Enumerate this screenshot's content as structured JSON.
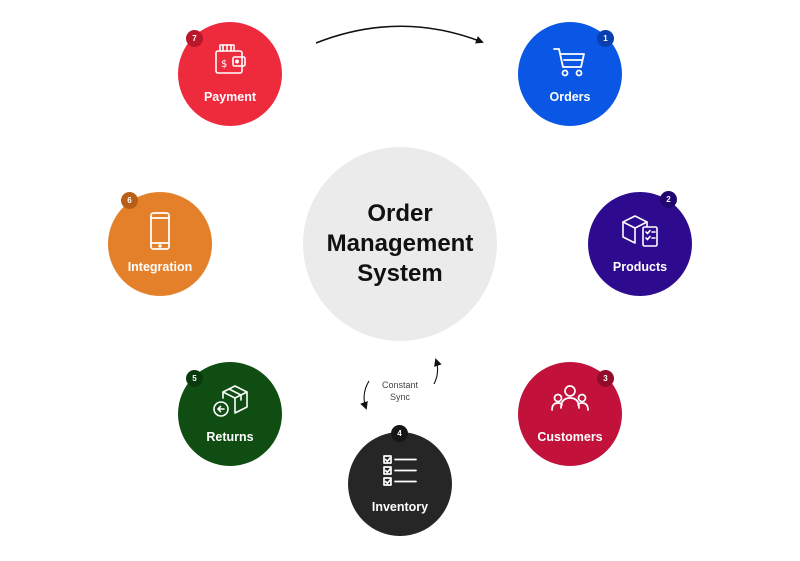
{
  "title_lines": [
    "Order",
    "Management",
    "System"
  ],
  "sync_label_lines": [
    "Constant",
    "Sync"
  ],
  "nodes": {
    "orders": {
      "number": "1",
      "label": "Orders",
      "color": "#0a57e6",
      "badge_color": "#0a3fb0"
    },
    "products": {
      "number": "2",
      "label": "Products",
      "color": "#2e0a8f",
      "badge_color": "#210670"
    },
    "customers": {
      "number": "3",
      "label": "Customers",
      "color": "#c2123b",
      "badge_color": "#940c2c"
    },
    "inventory": {
      "number": "4",
      "label": "Inventory",
      "color": "#262626",
      "badge_color": "#161616"
    },
    "returns": {
      "number": "5",
      "label": "Returns",
      "color": "#0f4d12",
      "badge_color": "#093a0c"
    },
    "integration": {
      "number": "6",
      "label": "Integration",
      "color": "#e5802a",
      "badge_color": "#b85e16"
    },
    "payment": {
      "number": "7",
      "label": "Payment",
      "color": "#ee2a3d",
      "badge_color": "#b8182a"
    }
  },
  "icons": {
    "orders": "shopping-cart-icon",
    "products": "package-checklist-icon",
    "customers": "users-group-icon",
    "inventory": "checklist-icon",
    "returns": "return-box-icon",
    "integration": "smartphone-icon",
    "payment": "wallet-icon"
  }
}
